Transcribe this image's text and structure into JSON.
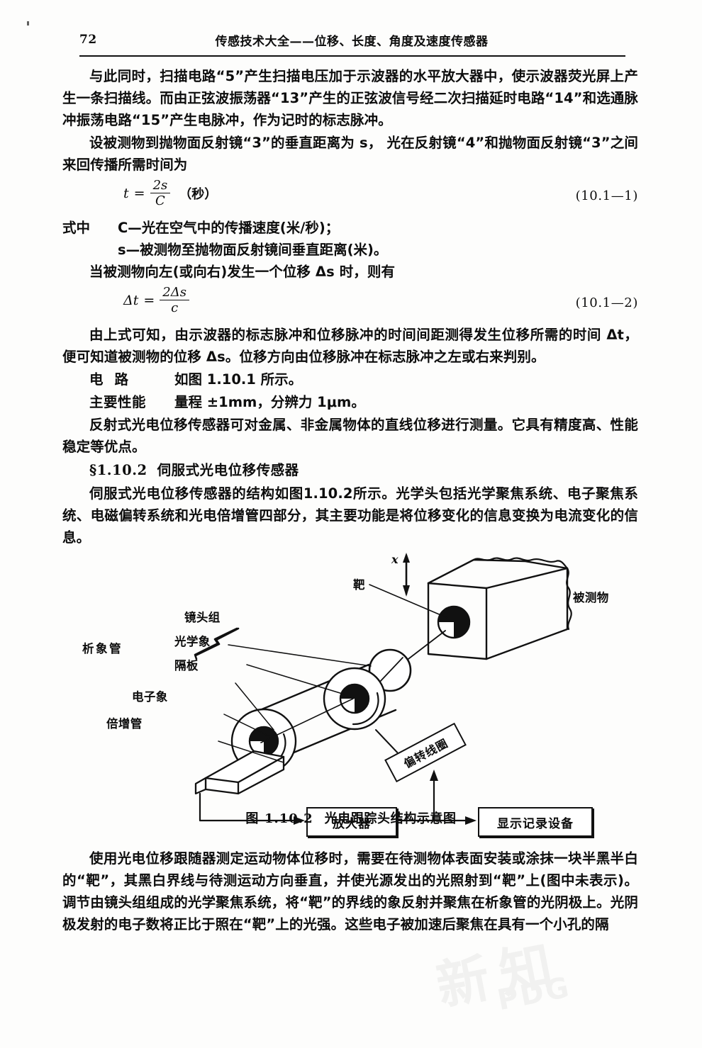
{
  "page": {
    "folio": "72",
    "running_title": "传感技术大全——位移、长度、角度及速度传感器"
  },
  "body": {
    "para1": "与此同时，扫描电路“5”产生扫描电压加于示波器的水平放大器中，使示波器荧光屏上产生一条扫描线。而由正弦波振荡器“13”产生的正弦波信号经二次扫描延时电路“14”和选通脉冲振荡电路“15”产生电脉冲，作为记时的标志脉冲。",
    "para2": "设被测物到抛物面反射镜“3”的垂直距离为 s，  光在反射镜“4”和抛物面反射镜“3”之间来回传播所需时间为",
    "eq1": {
      "lhs": "t",
      "equals": "=",
      "numerator": "2s",
      "denominator": "C",
      "unit": "（秒）",
      "number": "(10.1—1)"
    },
    "where_label": "式中",
    "where_line1": "C—光在空气中的传播速度(米/秒)；",
    "where_line2": "s—被测物至抛物面反射镜间垂直距离(米)。",
    "para3": "当被测物向左(或向右)发生一个位移 Δs 时，则有",
    "eq2": {
      "lhs": "Δt",
      "equals": "=",
      "numerator": "2Δs",
      "denominator": "c",
      "unit": "",
      "number": "(10.1—2)"
    },
    "para4": "由上式可知，由示波器的标志脉冲和位移脉冲的时间间距测得发生位移所需的时间 Δt，便可知道被测物的位移 Δs。位移方向由位移脉冲在标志脉冲之左或右来判别。",
    "kv1_key": "电路",
    "kv1_value": "如图 1.10.1 所示。",
    "kv2_key": "主要性能",
    "kv2_value": "量程 ±1mm，分辨力 1μm。",
    "para5": "反射式光电位移传感器可对金属、非金属物体的直线位移进行测量。它具有精度高、性能稳定等优点。",
    "section_number": "§1.10.2",
    "section_title": "伺服式光电位移传感器",
    "para6": "伺服式光电位移传感器的结构如图1.10.2所示。光学头包括光学聚焦系统、电子聚焦系统、电磁偏转系统和光电倍增管四部分，其主要功能是将位移变化的信息变换为电流变化的信息。",
    "para7": "使用光电位移跟随器测定运动物体位移时，需要在待测物体表面安装或涂抹一块半黑半白的“靶”，其黑白界线与待测运动方向垂直，并使光源发出的光照射到“靶”上(图中未表示)。调节由镜头组组成的光学聚焦系统，将“靶”的界线的象反射并聚焦在析象管的光阴极上。光阴极发射的电子数将正比于照在“靶”上的光强。这些电子被加速后聚焦在具有一个小孔的隔"
  },
  "figure": {
    "caption_label": "图",
    "caption_number": "1.10.2",
    "caption_title": "光电跟踪头结构示意图",
    "labels": {
      "axis_x": "x",
      "target": "靶",
      "measured_object": "被测物",
      "lens_group": "镜头组",
      "dissector_tube": "析象管",
      "optical_image": "光学象",
      "partition_plate": "隔板",
      "electron_image": "电子象",
      "multiplier_tube": "倍增管",
      "deflection_coil": "偏转线圈",
      "amplifier": "放大器",
      "display_recorder": "显示记录设备"
    }
  },
  "watermark": {
    "cjk": "新知",
    "text": "PDG"
  }
}
